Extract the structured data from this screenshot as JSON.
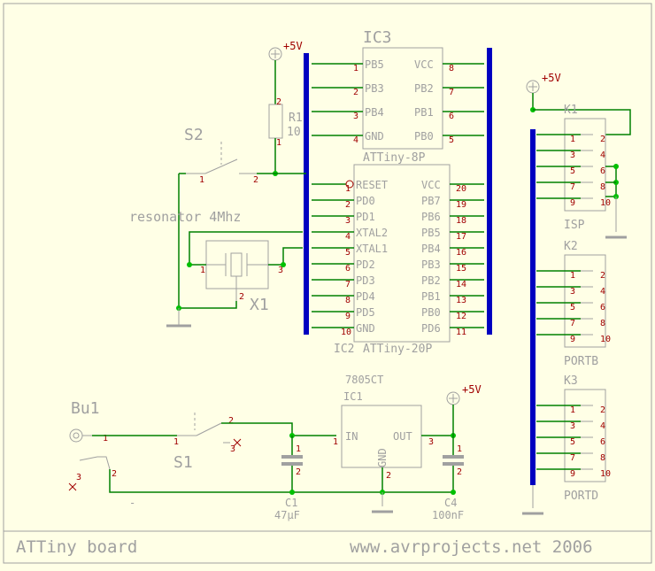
{
  "footer": {
    "left": "ATTiny board",
    "right": "www.avrprojects.net 2006"
  },
  "parts": {
    "ic3_name": "IC3",
    "ic3_value": "ATTiny-8P",
    "ic2_name": "IC2",
    "ic2_value": "ATTiny-20P",
    "ic1_name": "IC1",
    "ic1_value": "7805CT",
    "r1_name": "R1",
    "r1_value": "10",
    "s2_name": "S2",
    "s1_name": "S1",
    "x1_name": "X1",
    "x1_value": "resonator 4Mhz",
    "bu1_name": "Bu1",
    "c1_name": "C1",
    "c1_value": "47µF",
    "c4_name": "C4",
    "c4_value": "100nF",
    "k1_name": "K1",
    "k1_value": "ISP",
    "k2_name": "K2",
    "k2_value": "PORTB",
    "k3_name": "K3",
    "k3_value": "PORTD",
    "vcc": "+5V",
    "minus": "-"
  },
  "ic3": {
    "left": [
      {
        "name": "PB5",
        "num": "1"
      },
      {
        "name": "PB3",
        "num": "2"
      },
      {
        "name": "PB4",
        "num": "3"
      },
      {
        "name": "GND",
        "num": "4"
      }
    ],
    "right": [
      {
        "name": "VCC",
        "num": "8"
      },
      {
        "name": "PB2",
        "num": "7"
      },
      {
        "name": "PB1",
        "num": "6"
      },
      {
        "name": "PB0",
        "num": "5"
      }
    ]
  },
  "ic2": {
    "left": [
      {
        "name": "RESET",
        "num": "1"
      },
      {
        "name": "PD0",
        "num": "2"
      },
      {
        "name": "PD1",
        "num": "3"
      },
      {
        "name": "XTAL2",
        "num": "4"
      },
      {
        "name": "XTAL1",
        "num": "5"
      },
      {
        "name": "PD2",
        "num": "6"
      },
      {
        "name": "PD3",
        "num": "7"
      },
      {
        "name": "PD4",
        "num": "8"
      },
      {
        "name": "PD5",
        "num": "9"
      },
      {
        "name": "GND",
        "num": "10"
      }
    ],
    "right": [
      {
        "name": "VCC",
        "num": "20"
      },
      {
        "name": "PB7",
        "num": "19"
      },
      {
        "name": "PB6",
        "num": "18"
      },
      {
        "name": "PB5",
        "num": "17"
      },
      {
        "name": "PB4",
        "num": "16"
      },
      {
        "name": "PB3",
        "num": "15"
      },
      {
        "name": "PB2",
        "num": "14"
      },
      {
        "name": "PB1",
        "num": "13"
      },
      {
        "name": "PB0",
        "num": "12"
      },
      {
        "name": "PD6",
        "num": "11"
      }
    ]
  },
  "ic1_pins": {
    "in": "IN",
    "out": "OUT",
    "gnd": "GND",
    "in_num": "1",
    "out_num": "3",
    "gnd_num": "2"
  },
  "small_pins": {
    "r1_top": "2",
    "r1_bot": "1",
    "s2_a": "1",
    "s2_b": "2",
    "x1_a": "1",
    "x1_b": "3",
    "x1_c": "2",
    "s1_a": "1",
    "s1_b": "2",
    "s1_c": "3",
    "c1_a": "1",
    "c1_b": "2",
    "c4_a": "1",
    "c4_b": "2",
    "bu1_a": "1",
    "bu1_b": "2",
    "bu1_c": "3"
  },
  "header_pins": {
    "odd": [
      "1",
      "3",
      "5",
      "7",
      "9"
    ],
    "even": [
      "2",
      "4",
      "6",
      "8",
      "10"
    ]
  }
}
